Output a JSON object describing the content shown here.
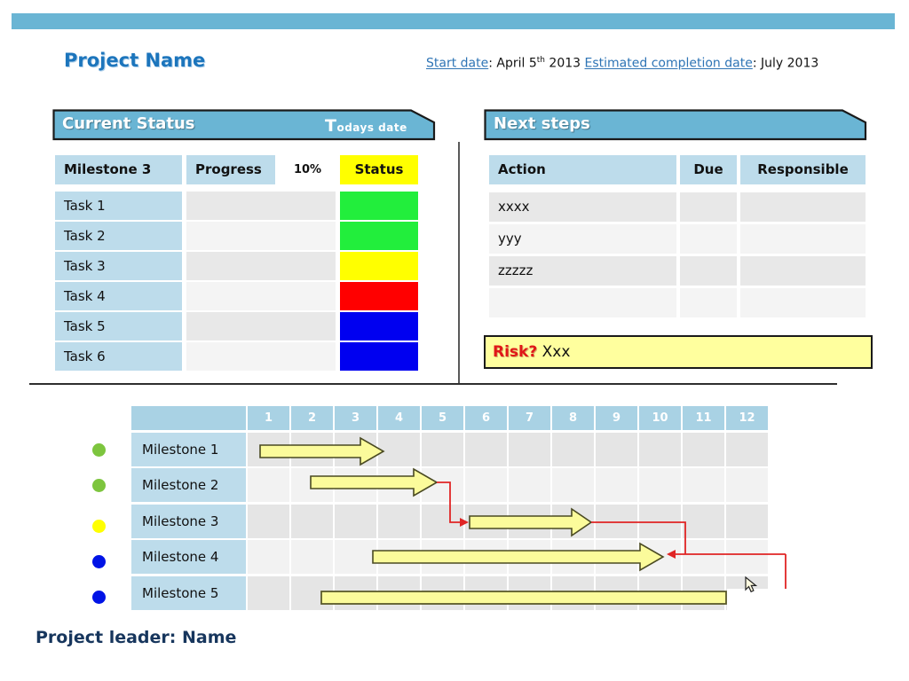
{
  "header": {
    "title": "Project Name",
    "start_date_label": "Start date",
    "colon1": ": ",
    "start_date_day": "April 5",
    "start_date_suffix": "th",
    "start_date_year": " 2013 ",
    "completion_label": "Estimated completion date",
    "colon2": ": ",
    "completion_value": "July 2013"
  },
  "current_status": {
    "panel_title": "Current Status",
    "todays_date_initial": "T",
    "todays_date_rest": "odays date",
    "columns": {
      "milestone": "Milestone 3",
      "progress": "Progress",
      "percent": "10%",
      "status": "Status"
    },
    "status_header_color": "#FFFF00",
    "tasks": [
      {
        "label": "Task 1",
        "status_color": "#22EE3C"
      },
      {
        "label": "Task 2",
        "status_color": "#22EE3C"
      },
      {
        "label": "Task 3",
        "status_color": "#FFFF00"
      },
      {
        "label": "Task 4",
        "status_color": "#FF0000"
      },
      {
        "label": "Task 5",
        "status_color": "#0000F0"
      },
      {
        "label": "Task 6",
        "status_color": "#0000F0"
      }
    ]
  },
  "next_steps": {
    "panel_title": "Next steps",
    "columns": {
      "action": "Action",
      "due": "Due",
      "responsible": "Responsible"
    },
    "rows": [
      {
        "action": "xxxx",
        "due": "",
        "responsible": ""
      },
      {
        "action": "yyy",
        "due": "",
        "responsible": ""
      },
      {
        "action": "zzzzz",
        "due": "",
        "responsible": ""
      },
      {
        "action": "",
        "due": "",
        "responsible": ""
      }
    ],
    "risk_label": "Risk?",
    "risk_value": " Xxx"
  },
  "gantt": {
    "columns": [
      "1",
      "2",
      "3",
      "4",
      "5",
      "6",
      "7",
      "8",
      "9",
      "10",
      "11",
      "12"
    ],
    "rows": [
      {
        "label": "Milestone 1",
        "dot_color": "#7DC53E"
      },
      {
        "label": "Milestone 2",
        "dot_color": "#7DC53E"
      },
      {
        "label": "Milestone 3",
        "dot_color": "#FFFF00"
      },
      {
        "label": "Milestone 4",
        "dot_color": "#0013E6"
      },
      {
        "label": "Milestone 5",
        "dot_color": "#0013E6"
      }
    ],
    "bars": [
      {
        "row": "Milestone 1",
        "start_col": 1,
        "end_col": 3.3
      },
      {
        "row": "Milestone 2",
        "start_col": 2.2,
        "end_col": 4.7
      },
      {
        "row": "Milestone 3",
        "start_col": 5.1,
        "end_col": 7.9
      },
      {
        "row": "Milestone 4",
        "start_col": 2.9,
        "end_col": 9.6
      },
      {
        "row": "Milestone 5",
        "start_col": 1.7,
        "end_col": 11.0
      }
    ],
    "arrow_fill": "#FBFB9B",
    "arrow_stroke": "#4A4A22",
    "connector_color": "#E02525"
  },
  "footer": {
    "project_leader": "Project leader: Name"
  }
}
